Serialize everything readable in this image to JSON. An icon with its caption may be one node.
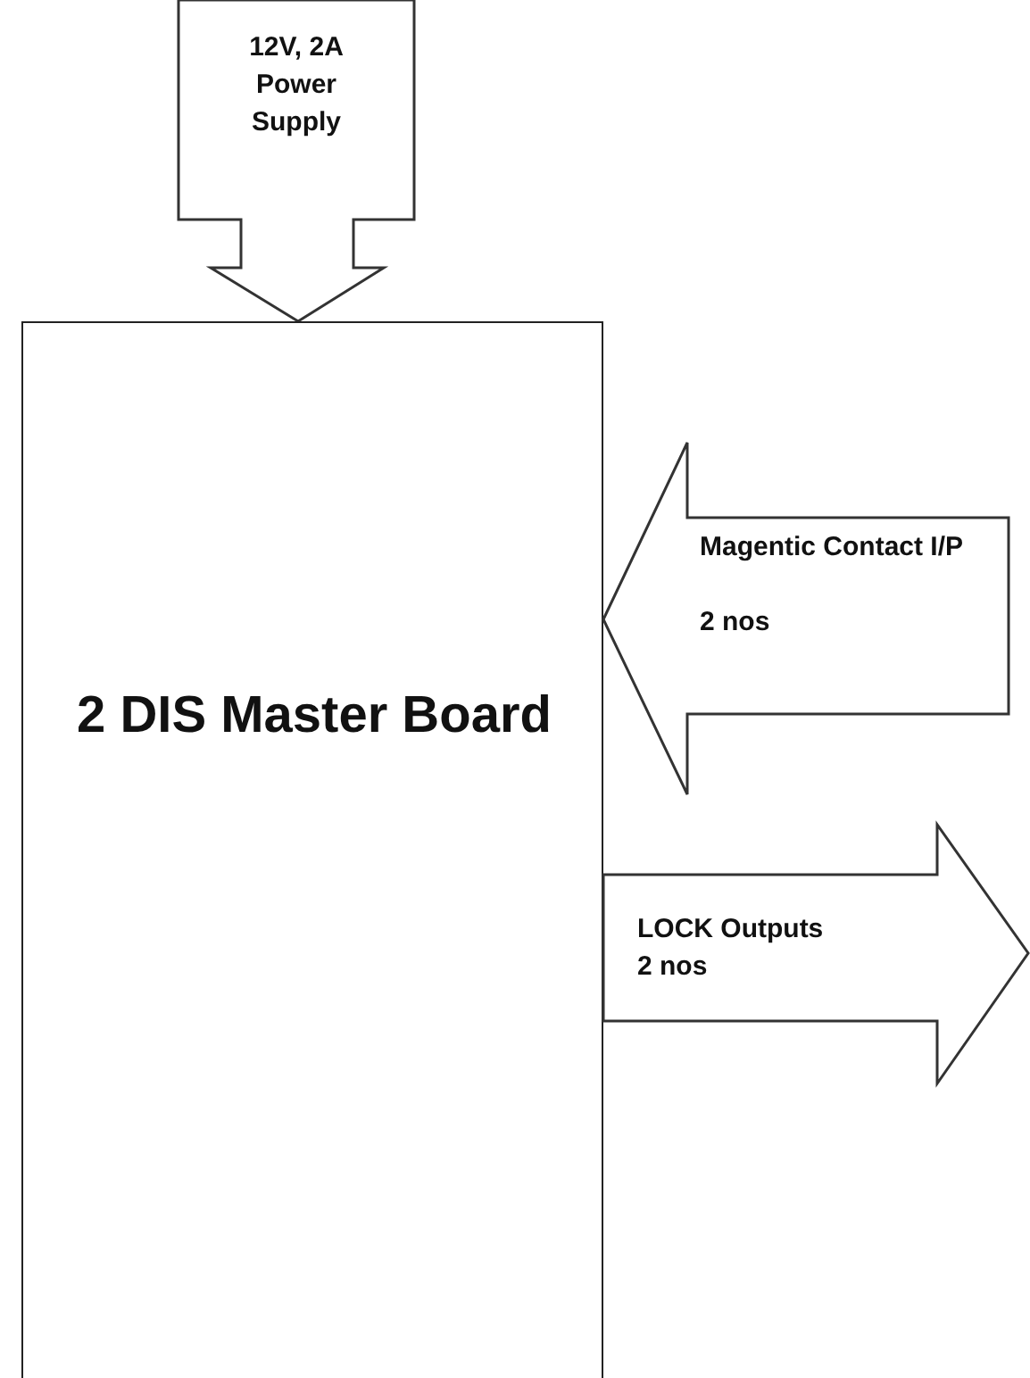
{
  "diagram": {
    "nodes": [
      {
        "text": [
          "12V, 2A Power Supply"
        ]
      },
      {
        "text": [
          "2 DIS Master Board"
        ]
      },
      {
        "text": [
          "Magentic Contact I/P",
          "2 nos"
        ]
      },
      {
        "text": [
          "LOCK Outputs",
          "2 nos"
        ]
      }
    ]
  }
}
